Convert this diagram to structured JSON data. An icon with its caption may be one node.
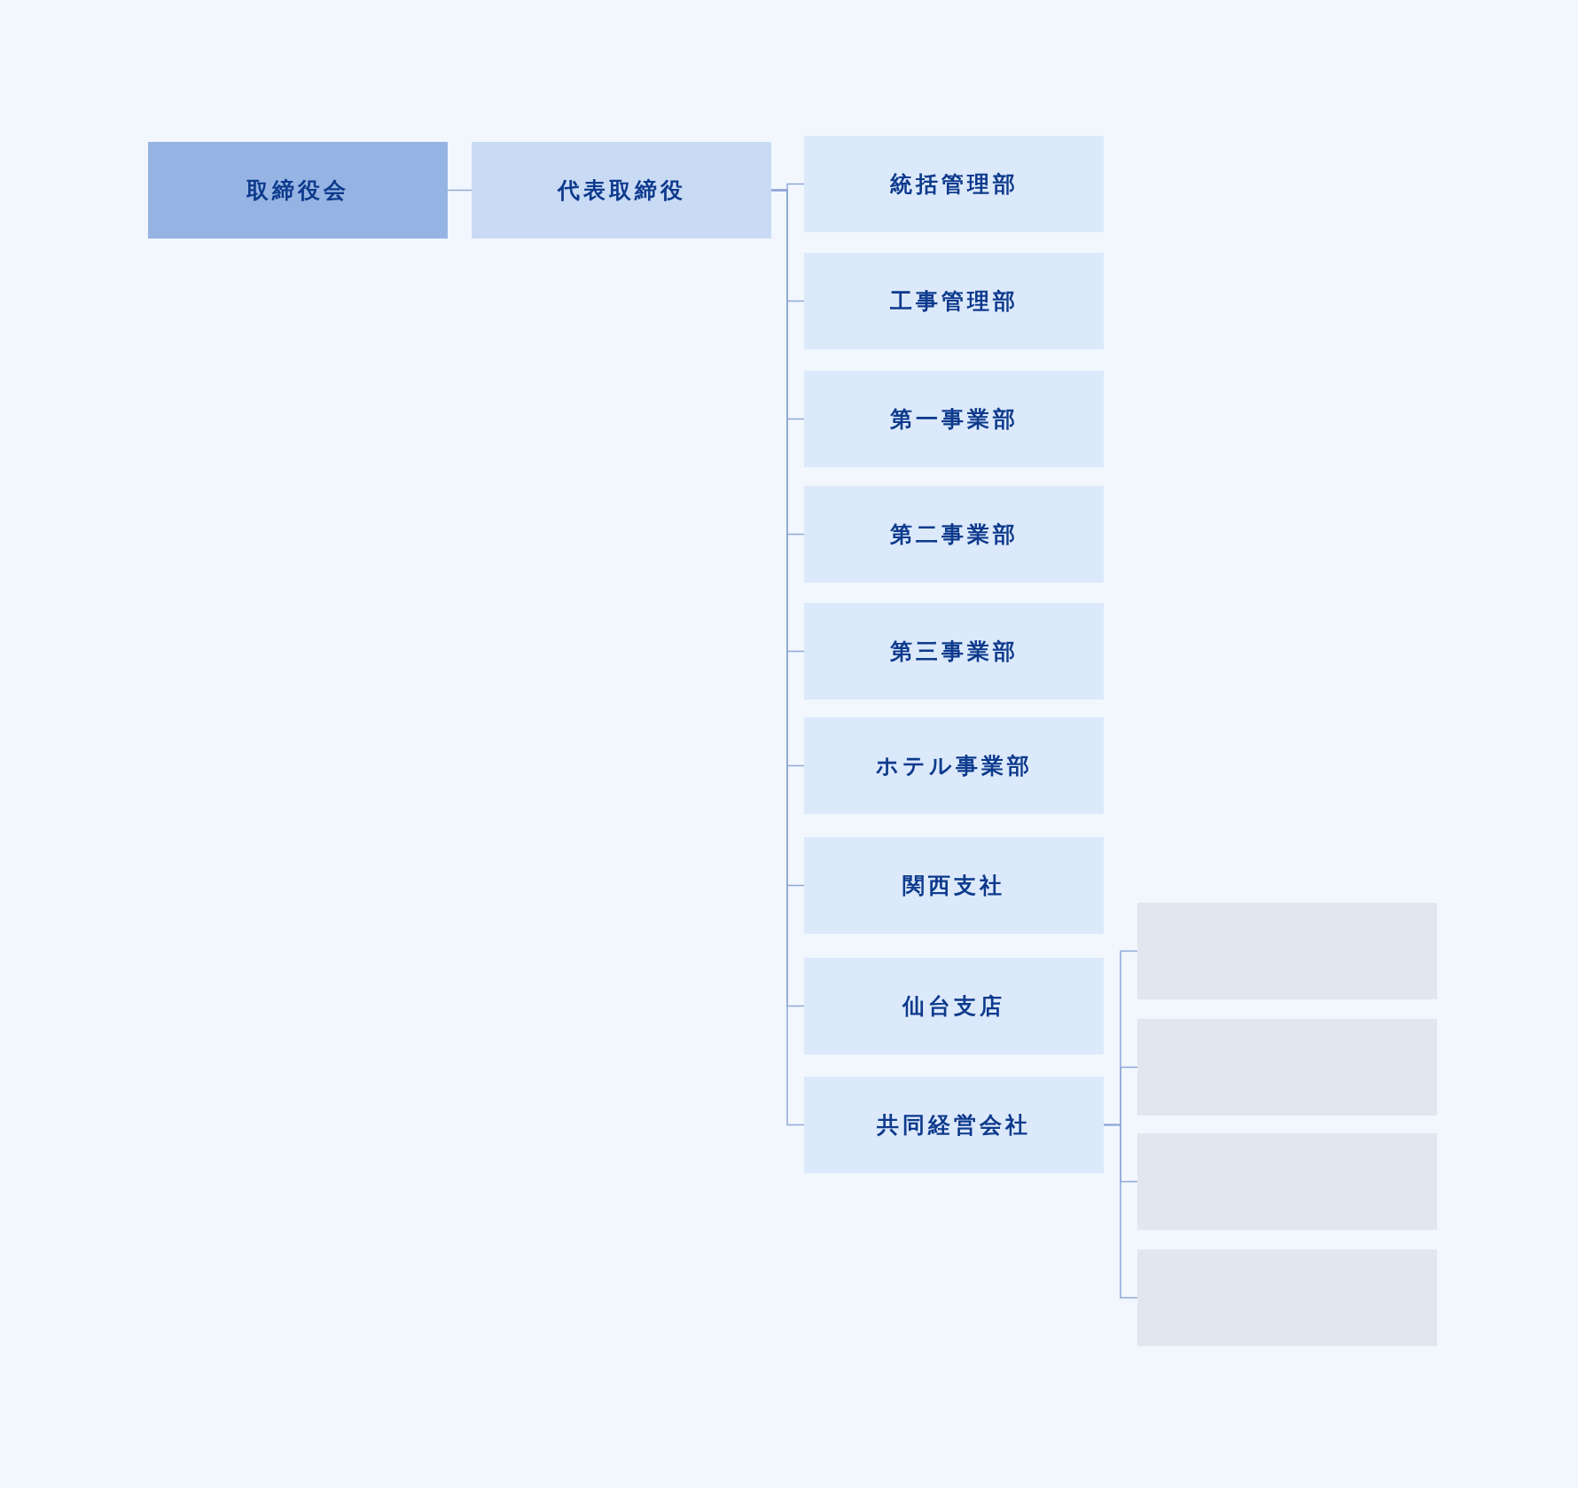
{
  "diagram": {
    "nodes": [
      {
        "text": [
          "取締役会"
        ]
      },
      {
        "text": [
          "代表取締役"
        ]
      },
      {
        "text": [
          "統括管理部"
        ]
      },
      {
        "text": [
          "工事管理部"
        ]
      },
      {
        "text": [
          "第一事業部"
        ]
      },
      {
        "text": [
          "第二事業部"
        ]
      },
      {
        "text": [
          "第三事業部"
        ]
      },
      {
        "text": [
          "ホテル事業部"
        ]
      },
      {
        "text": [
          "関西支社"
        ]
      },
      {
        "text": [
          "仙台支店"
        ]
      },
      {
        "text": [
          "共同経営会社"
        ]
      },
      {
        "text": [],
        "shape": "box"
      },
      {
        "text": [],
        "shape": "box"
      },
      {
        "text": [],
        "shape": "box"
      },
      {
        "text": [],
        "shape": "box"
      }
    ],
    "edges": [
      {
        "from": 0,
        "to": 1,
        "arrow": "none"
      },
      {
        "from": 1,
        "to": 2,
        "arrow": "none"
      },
      {
        "from": 1,
        "to": 3,
        "arrow": "none"
      },
      {
        "from": 1,
        "to": 4,
        "arrow": "none"
      },
      {
        "from": 1,
        "to": 5,
        "arrow": "none"
      },
      {
        "from": 1,
        "to": 6,
        "arrow": "none"
      },
      {
        "from": 1,
        "to": 7,
        "arrow": "none"
      },
      {
        "from": 1,
        "to": 8,
        "arrow": "none"
      },
      {
        "from": 1,
        "to": 9,
        "arrow": "none"
      },
      {
        "from": 1,
        "to": 10,
        "arrow": "none"
      },
      {
        "from": 10,
        "to": 11,
        "arrow": "none"
      },
      {
        "from": 10,
        "to": 12,
        "arrow": "none"
      },
      {
        "from": 10,
        "to": 13,
        "arrow": "none"
      },
      {
        "from": 10,
        "to": 14,
        "arrow": "none"
      }
    ]
  }
}
